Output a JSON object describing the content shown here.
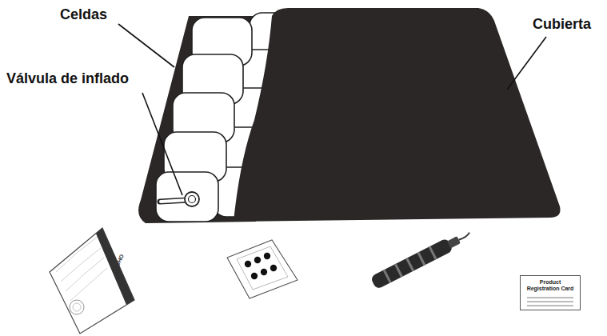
{
  "diagram": {
    "nodes": [
      {
        "text": [
          "Product Registration Card"
        ]
      }
    ],
    "labels": [
      "Celdas",
      "Cubierta",
      "Válvula de inflado",
      "ROHO"
    ]
  }
}
